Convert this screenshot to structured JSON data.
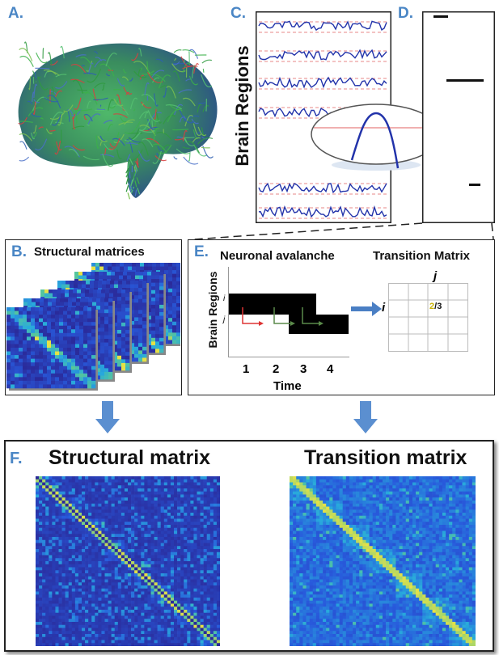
{
  "panels": {
    "a": {
      "letter": "A."
    },
    "b": {
      "letter": "B.",
      "title": "Structural matrices"
    },
    "c": {
      "letter": "C.",
      "ylabel": "Brain Regions"
    },
    "d": {
      "letter": "D."
    },
    "e": {
      "letter": "E.",
      "avalanche_title": "Neuronal avalanche",
      "transition_title": "Transition Matrix",
      "ylabel": "Brain Regions",
      "xlabel": "Time",
      "time_ticks": [
        "1",
        "2",
        "3",
        "4"
      ],
      "row_i": "i",
      "row_j": "j",
      "matrix_row_label": "i",
      "matrix_col_label": "j",
      "cell_value_num": "2",
      "cell_value_sep": "/",
      "cell_value_den": "3"
    },
    "f": {
      "letter": "F.",
      "left_title": "Structural matrix",
      "right_title": "Transition matrix"
    }
  },
  "colors": {
    "label_blue": "#4a86c5",
    "signal_blue": "#2233aa",
    "threshold_red": "#e06060",
    "matrix_dark": "#2a2a9a",
    "matrix_mid": "#3c7fe0",
    "matrix_high": "#e0e050",
    "arrow_blue": "#5b8fd0"
  }
}
